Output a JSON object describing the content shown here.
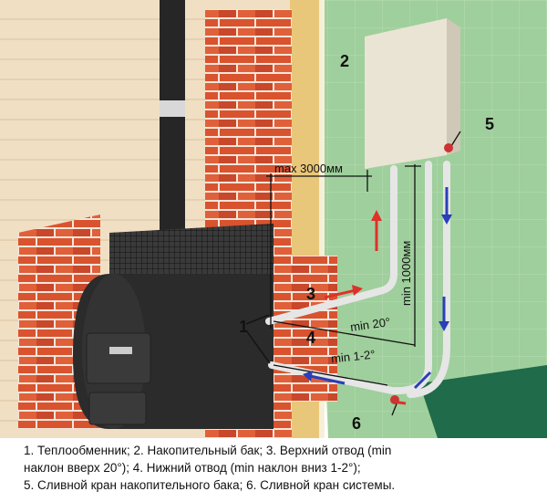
{
  "labels": {
    "n1": "1",
    "n2": "2",
    "n3": "3",
    "n4": "4",
    "n5": "5",
    "n6": "6"
  },
  "dimensions": {
    "max_distance": "max 3000мм",
    "min_height": "min 1000мм",
    "upper_angle": "min 20°",
    "lower_angle": "min 1-2°"
  },
  "caption": {
    "line1": "1. Теплообменник;  2. Накопительный бак;  3. Верхний отвод (min",
    "line2": "наклон вверх 20°);  4. Нижний отвод (min наклон вниз 1-2°);",
    "line3": "5. Сливной кран накопительного бака;  6. Сливной кран системы."
  },
  "colors": {
    "hot_arrow": "#e0302a",
    "cold_arrow": "#2a3fb8",
    "brick": "#d9532e",
    "wall": "#9cc79a",
    "stove": "#2b2b2b"
  }
}
